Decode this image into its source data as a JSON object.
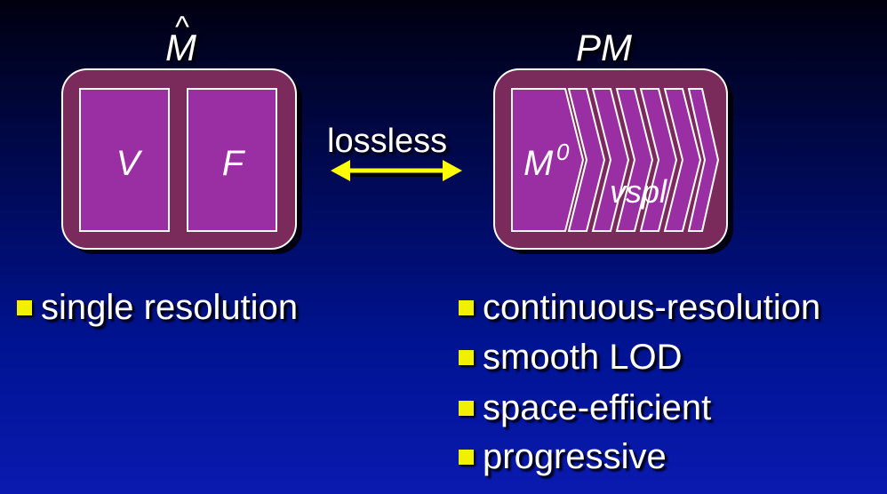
{
  "left_panel": {
    "title": "M",
    "title_accent": "^",
    "cell_v": "V",
    "cell_f": "F"
  },
  "arrow": {
    "label": "lossless"
  },
  "right_panel": {
    "title": "PM",
    "base": "M",
    "base_superscript": "0",
    "splits": "vspl"
  },
  "left_bullets": [
    "single resolution"
  ],
  "right_bullets": [
    "continuous-resolution",
    "smooth LOD",
    "space-efficient",
    "progressive"
  ],
  "colors": {
    "panel": "#7b2a5c",
    "cell": "#9a2fa4",
    "arrow": "#ffff00",
    "bullet": "#f0f000"
  }
}
